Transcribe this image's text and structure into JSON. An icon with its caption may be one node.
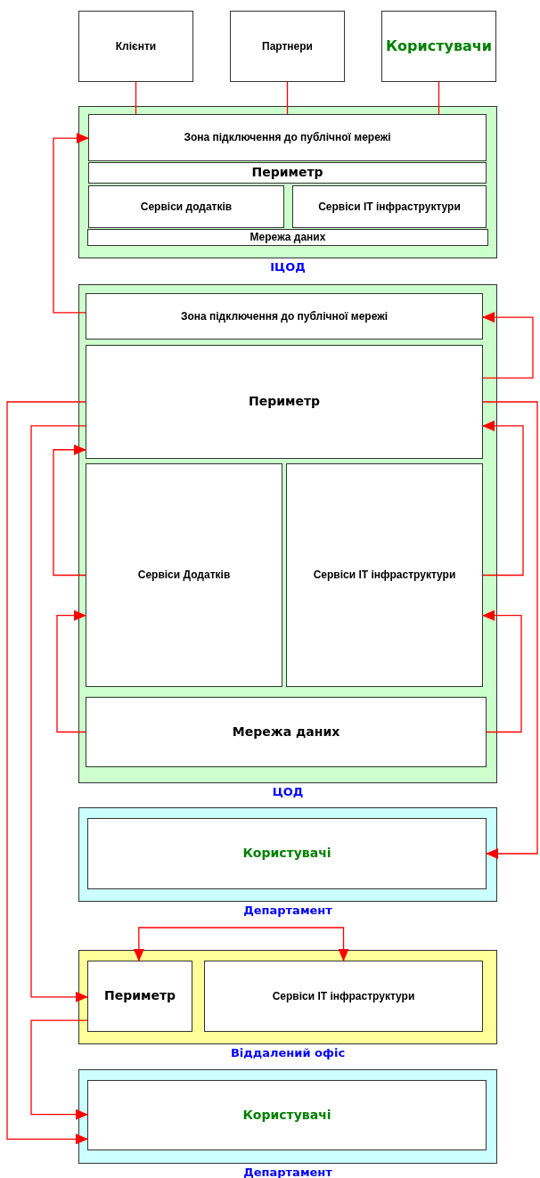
{
  "diagram": {
    "nodes": [
      {
        "text": [
          "Клієнти"
        ]
      },
      {
        "text": [
          "Партнери"
        ]
      },
      {
        "text": [
          "Користувачи"
        ]
      },
      {
        "text": [
          "ІЦОД"
        ]
      },
      {
        "text": [
          "Зона підключення до публічної мережі"
        ],
        "in": 3
      },
      {
        "text": [
          "Периметр"
        ],
        "in": 3
      },
      {
        "text": [
          "Сервіси додатків"
        ],
        "in": 3
      },
      {
        "text": [
          "Сервіси IT інфраструктури"
        ],
        "in": 3
      },
      {
        "text": [
          "Мережа даних"
        ],
        "in": 3
      },
      {
        "text": [
          "ЦОД"
        ]
      },
      {
        "text": [
          "Зона підключення до публічної мережі"
        ],
        "in": 9
      },
      {
        "text": [
          "Периметр"
        ],
        "in": 9
      },
      {
        "text": [
          "Сервіси Додатків"
        ],
        "in": 9
      },
      {
        "text": [
          "Сервіси IT інфраструктури"
        ],
        "in": 9
      },
      {
        "text": [
          "Мережа даних"
        ],
        "in": 9
      },
      {
        "text": [
          "Департамент"
        ]
      },
      {
        "text": [
          "Користувачі"
        ],
        "in": 15
      },
      {
        "text": [
          "Віддалений офіс"
        ]
      },
      {
        "text": [
          "Периметр"
        ],
        "in": 17
      },
      {
        "text": [
          "Сервіси IT інфраструктури"
        ],
        "in": 17
      },
      {
        "text": [
          "Департамент"
        ]
      },
      {
        "text": [
          "Користувачі"
        ],
        "in": 20
      }
    ],
    "edges": [
      {
        "from": 0,
        "to": 4,
        "arrow": "none"
      },
      {
        "from": 1,
        "to": 4,
        "arrow": "none"
      },
      {
        "from": 2,
        "to": 4,
        "arrow": "none"
      },
      {
        "from": 10,
        "to": 4,
        "arrow": "to"
      },
      {
        "from": 11,
        "to": 10,
        "arrow": "to"
      },
      {
        "from": 11,
        "to": 21,
        "arrow": "to"
      },
      {
        "from": 11,
        "to": 18,
        "arrow": "to"
      },
      {
        "from": 12,
        "to": 11,
        "arrow": "to"
      },
      {
        "from": 13,
        "to": 11,
        "arrow": "to"
      },
      {
        "from": 14,
        "to": 12,
        "arrow": "to"
      },
      {
        "from": 14,
        "to": 13,
        "arrow": "to"
      },
      {
        "from": 11,
        "to": 16,
        "arrow": "to"
      },
      {
        "from": 18,
        "to": 19,
        "arrow": "both"
      },
      {
        "from": 18,
        "to": 21,
        "arrow": "to"
      }
    ]
  }
}
